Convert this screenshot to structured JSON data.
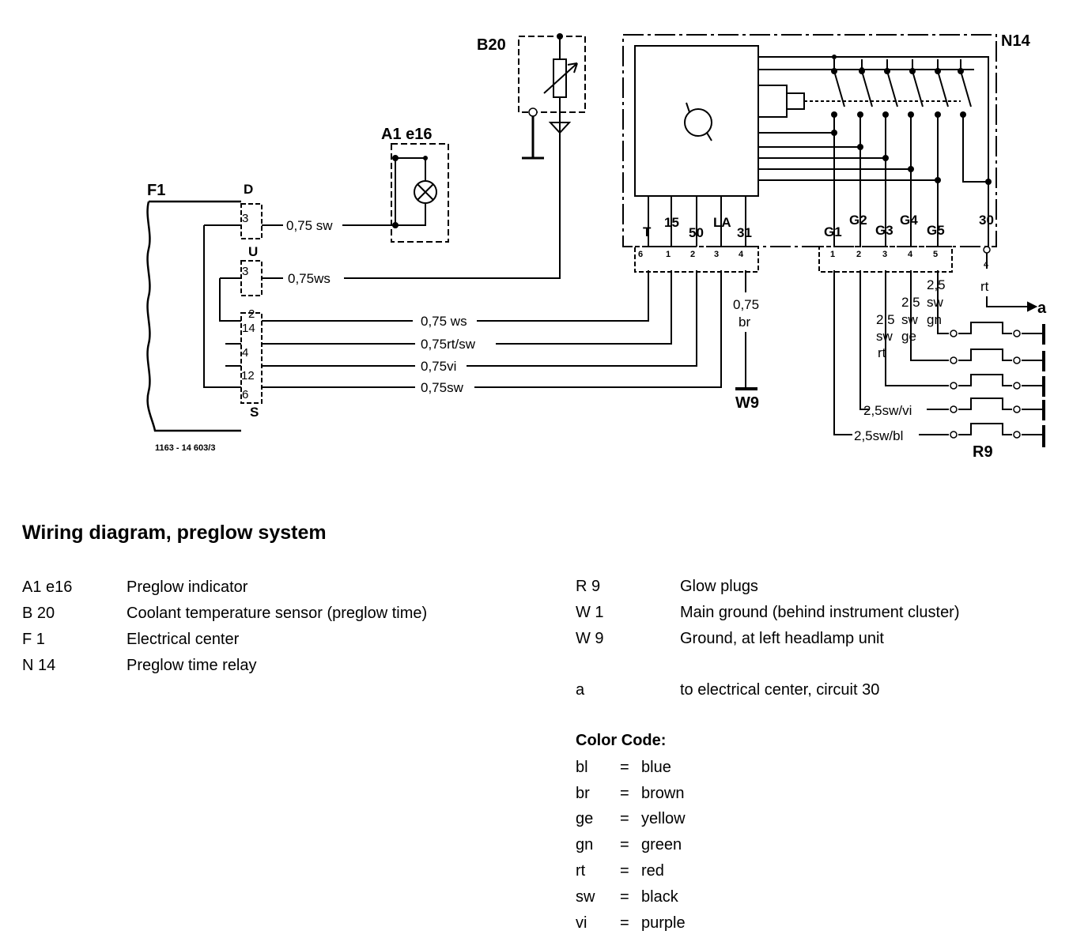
{
  "diagram": {
    "components": {
      "f1": "F1",
      "a1e16": "A1 e16",
      "b20": "B20",
      "n14": "N14",
      "w9": "W9",
      "r9": "R9",
      "terminal_a": "a"
    },
    "connector_letters": {
      "d": "D",
      "u": "U",
      "s": "S"
    },
    "f1_pins": [
      "3",
      "3",
      "2",
      "14",
      "4",
      "12",
      "6"
    ],
    "n14_pins_left": [
      "T",
      "15",
      "50",
      "LA",
      "31"
    ],
    "n14_pins_left_nums": [
      "6",
      "1",
      "2",
      "3",
      "4"
    ],
    "n14_pins_right": [
      "G1",
      "G2",
      "G3",
      "G4",
      "G5",
      "30"
    ],
    "n14_pins_right_nums": [
      "1",
      "2",
      "3",
      "4",
      "5",
      "4"
    ],
    "wires": {
      "to_a1e16": "0,75 sw",
      "to_b20": "0,75ws",
      "to_t": "0,75 ws",
      "to_15": "0,75rt/sw",
      "to_50": "0,75vi",
      "to_la": "0,75sw",
      "ground_size": "0,75",
      "ground_color": "br",
      "g5_size": "2,5",
      "g5_color": "sw",
      "g5_color2": "gn",
      "g4_size": "2,5",
      "g4_color": "sw",
      "g4_color2": "ge",
      "g3_size": "2,5",
      "g3_color": "sw",
      "g3_color2": "rt",
      "g2": "2,5sw/vi",
      "g1": "2,5sw/bl",
      "t30_color": "rt"
    },
    "drawing_number": "1163 - 14 603/3"
  },
  "title": "Wiring diagram, preglow system",
  "legend_left": [
    {
      "code": "A1 e16",
      "desc": "Preglow indicator"
    },
    {
      "code": "B 20",
      "desc": "Coolant temperature sensor (preglow time)"
    },
    {
      "code": "F 1",
      "desc": "Electrical center"
    },
    {
      "code": "N 14",
      "desc": "Preglow time relay"
    }
  ],
  "legend_right": [
    {
      "code": "R 9",
      "desc": "Glow plugs"
    },
    {
      "code": "W 1",
      "desc": "Main ground (behind instrument cluster)"
    },
    {
      "code": "W 9",
      "desc": "Ground, at left headlamp unit"
    }
  ],
  "legend_extra": {
    "code": "a",
    "desc": "to electrical center, circuit 30"
  },
  "color_code": {
    "title": "Color Code:",
    "entries": [
      {
        "abbr": "bl",
        "eq": "=",
        "color": "blue"
      },
      {
        "abbr": "br",
        "eq": "=",
        "color": "brown"
      },
      {
        "abbr": "ge",
        "eq": "=",
        "color": "yellow"
      },
      {
        "abbr": "gn",
        "eq": "=",
        "color": "green"
      },
      {
        "abbr": "rt",
        "eq": "=",
        "color": "red"
      },
      {
        "abbr": "sw",
        "eq": "=",
        "color": "black"
      },
      {
        "abbr": "vi",
        "eq": "=",
        "color": "purple"
      }
    ]
  }
}
